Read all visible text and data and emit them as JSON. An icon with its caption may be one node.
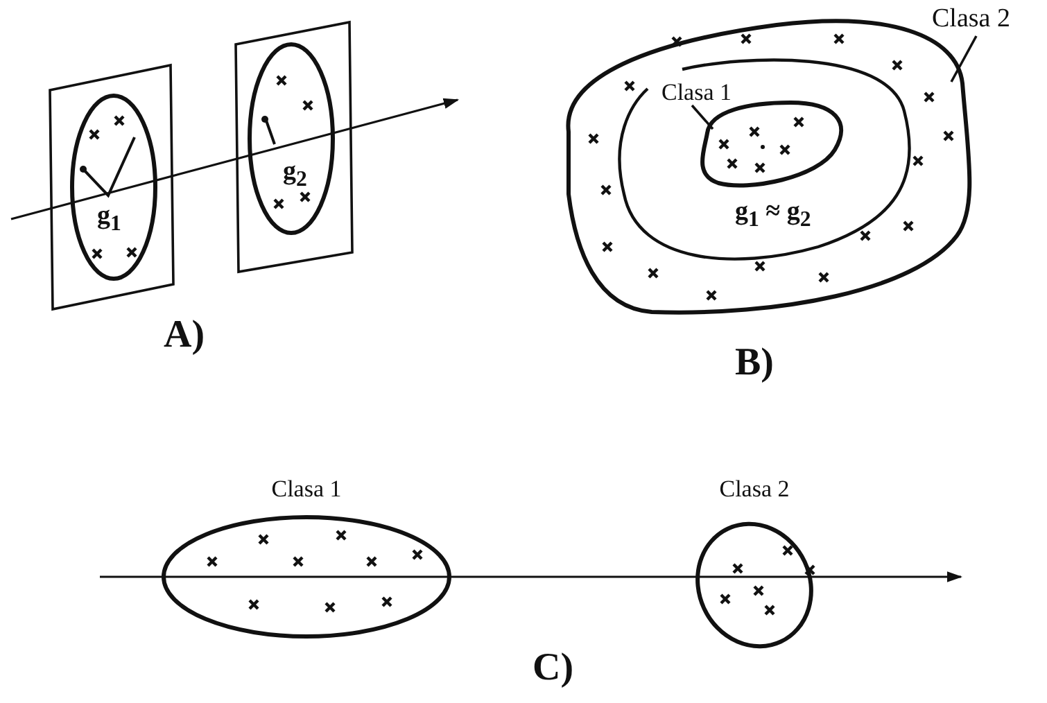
{
  "diagram": {
    "nodes": [
      {
        "text": [
          "Clasa 1"
        ],
        "in": 3
      },
      {
        "text": [],
        "shape": "ellipse",
        "in": 3
      },
      {
        "text": [
          "Clasa 2"
        ]
      },
      {
        "text": [],
        "shape": "ellipse"
      },
      {
        "text": [
          "Clasa 1"
        ]
      },
      {
        "text": [
          "Clasa 2"
        ]
      }
    ],
    "edges": [
      {
        "from": 0,
        "to": 1,
        "arrow": "none"
      },
      {
        "from": 2,
        "to": 3,
        "arrow": "none"
      }
    ],
    "labels": [
      "g$_{1}$",
      "g$_{2}$",
      "g$_{1}$ ≈ g$_{2}$",
      "A)",
      "B)",
      "C)"
    ]
  }
}
